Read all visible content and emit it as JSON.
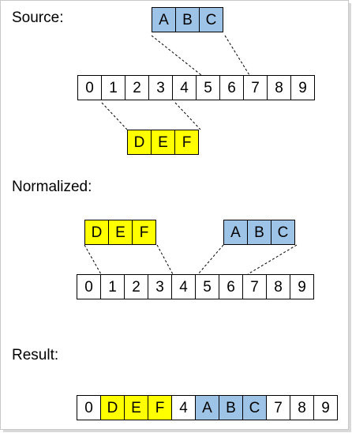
{
  "colors": {
    "white": "#ffffff",
    "yellow": "#ffff00",
    "blue": "#9dc3e6"
  },
  "source": {
    "label": "Source:",
    "blocks": {
      "abc": [
        "A",
        "B",
        "C"
      ],
      "def": [
        "D",
        "E",
        "F"
      ]
    },
    "main": [
      "0",
      "1",
      "2",
      "3",
      "4",
      "5",
      "6",
      "7",
      "8",
      "9"
    ]
  },
  "normalized": {
    "label": "Normalized:",
    "blocks": {
      "def": [
        "D",
        "E",
        "F"
      ],
      "abc": [
        "A",
        "B",
        "C"
      ]
    },
    "main": [
      "0",
      "1",
      "2",
      "3",
      "4",
      "5",
      "6",
      "7",
      "8",
      "9"
    ]
  },
  "result": {
    "label": "Result:",
    "main": [
      {
        "text": "0",
        "color": "white"
      },
      {
        "text": "D",
        "color": "yellow"
      },
      {
        "text": "E",
        "color": "yellow"
      },
      {
        "text": "F",
        "color": "yellow"
      },
      {
        "text": "4",
        "color": "white"
      },
      {
        "text": "A",
        "color": "blue"
      },
      {
        "text": "B",
        "color": "blue"
      },
      {
        "text": "C",
        "color": "blue"
      },
      {
        "text": "7",
        "color": "white"
      },
      {
        "text": "8",
        "color": "white"
      },
      {
        "text": "9",
        "color": "white"
      }
    ]
  }
}
